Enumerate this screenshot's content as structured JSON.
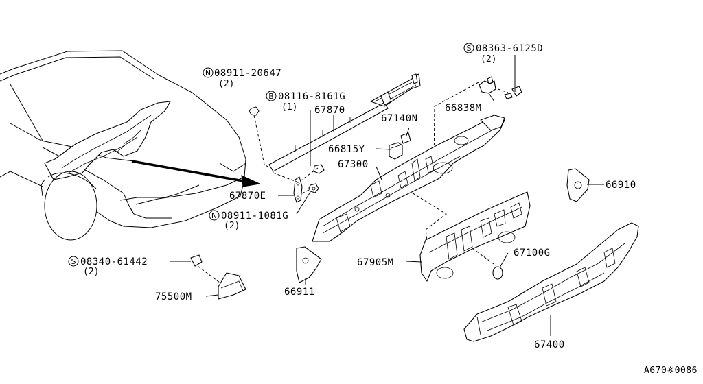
{
  "diagram_code": "A670※0086",
  "callouts": {
    "nut_08911_20647": {
      "prefix": "N",
      "part": "08911-20647",
      "qty": "(2)"
    },
    "bolt_08116_8161G": {
      "prefix": "B",
      "part": "08116-8161G",
      "qty": "(1)"
    },
    "screw_08363_6125D": {
      "prefix": "S",
      "part": "08363-6125D",
      "qty": "(2)"
    },
    "nut_08911_1081G": {
      "prefix": "N",
      "part": "08911-1081G",
      "qty": "(2)"
    },
    "screw_08340_61442": {
      "prefix": "S",
      "part": "08340-61442",
      "qty": "(2)"
    }
  },
  "parts": {
    "p67870": "67870",
    "p67140N": "67140N",
    "p66838M": "66838M",
    "p66815Y": "66815Y",
    "p67300": "67300",
    "p67870E": "67870E",
    "p66910": "66910",
    "p67905M": "67905M",
    "p67100G": "67100G",
    "p66911": "66911",
    "p75500M": "75500M",
    "p67400": "67400"
  },
  "colors": {
    "line": "#000000",
    "background": "#ffffff"
  }
}
